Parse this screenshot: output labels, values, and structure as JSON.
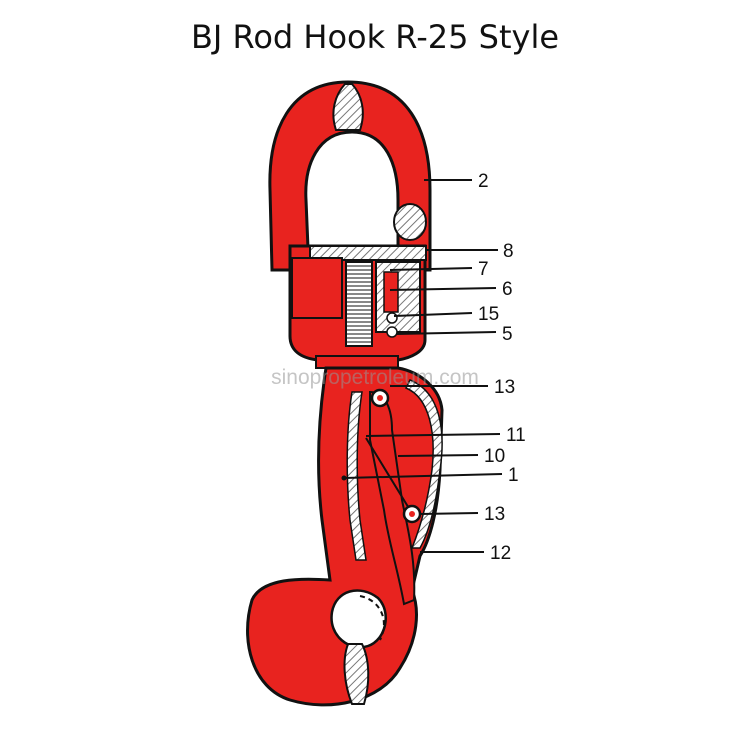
{
  "title": "BJ Rod Hook R-25 Style",
  "watermark": "sinopropetroleum.com",
  "callouts": [
    {
      "label": "2"
    },
    {
      "label": "8"
    },
    {
      "label": "7"
    },
    {
      "label": "6"
    },
    {
      "label": "15"
    },
    {
      "label": "5"
    },
    {
      "label": "13"
    },
    {
      "label": "11"
    },
    {
      "label": "10"
    },
    {
      "label": "1"
    },
    {
      "label": "13"
    },
    {
      "label": "12"
    }
  ],
  "colors": {
    "body": "#e8231f",
    "outline": "#111111",
    "hatch": "#9a9a9a",
    "background": "#ffffff"
  }
}
